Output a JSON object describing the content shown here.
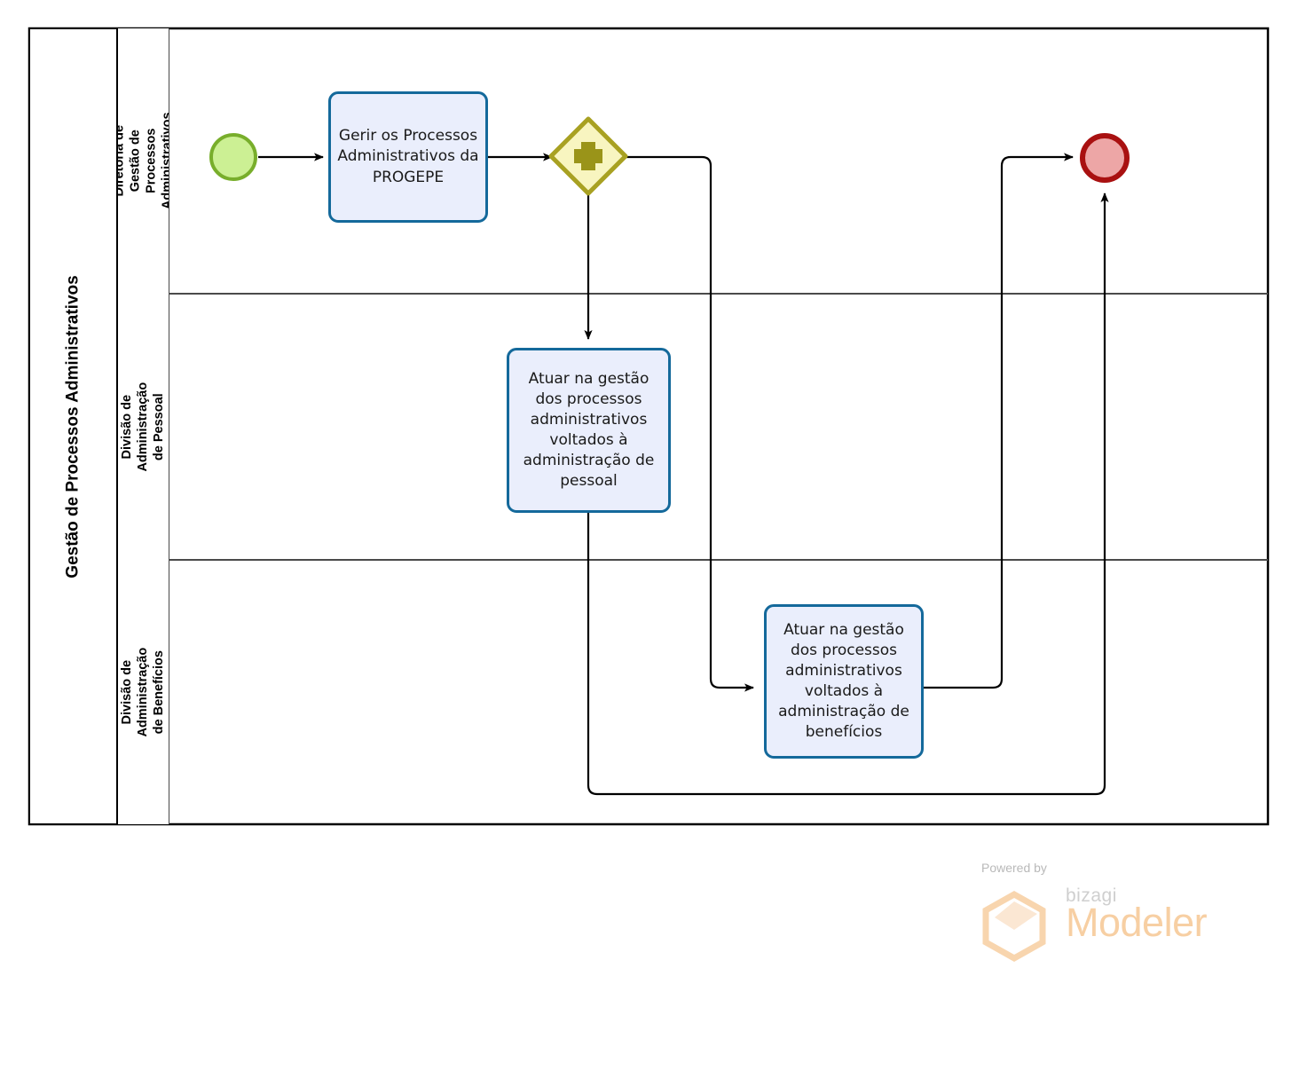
{
  "diagram": {
    "type": "bpmn-process",
    "pool": {
      "title": "Gestão de Processos Administrativos"
    },
    "lanes": [
      {
        "id": "lane-diretoria",
        "label": "Diretoria de Gestão de Processos Administrativos"
      },
      {
        "id": "lane-pessoal",
        "label": "Divisão de Administração de Pessoal"
      },
      {
        "id": "lane-beneficios",
        "label": "Divisão de Administração de Benefícios"
      }
    ],
    "events": [
      {
        "id": "start-event",
        "kind": "start",
        "label": "",
        "lane": "lane-diretoria"
      },
      {
        "id": "end-event",
        "kind": "end",
        "label": "",
        "lane": "lane-diretoria"
      }
    ],
    "gateways": [
      {
        "id": "parallel-gateway",
        "kind": "parallel",
        "symbol": "+",
        "label": "",
        "lane": "lane-diretoria"
      }
    ],
    "tasks": [
      {
        "id": "task-gerir",
        "label": "Gerir os Processos Administrativos da PROGEPE",
        "lane": "lane-diretoria"
      },
      {
        "id": "task-pessoal",
        "label": "Atuar na gestão dos processos administrativos voltados à administração de pessoal",
        "lane": "lane-pessoal"
      },
      {
        "id": "task-beneficios",
        "label": "Atuar na gestão dos processos administrativos voltados à administração de benefícios",
        "lane": "lane-beneficios"
      }
    ],
    "flows": [
      {
        "id": "flow-start-to-gerir",
        "from": "start-event",
        "to": "task-gerir"
      },
      {
        "id": "flow-gerir-to-gateway",
        "from": "task-gerir",
        "to": "parallel-gateway"
      },
      {
        "id": "flow-gateway-to-pessoal",
        "from": "parallel-gateway",
        "to": "task-pessoal"
      },
      {
        "id": "flow-gateway-to-beneficios",
        "from": "parallel-gateway",
        "to": "task-beneficios"
      },
      {
        "id": "flow-beneficios-to-end",
        "from": "task-beneficios",
        "to": "end-event"
      },
      {
        "id": "flow-pessoal-to-end",
        "from": "task-pessoal",
        "to": "end-event"
      }
    ],
    "colors": {
      "task_fill": "#eaeefc",
      "task_border": "#14699b",
      "start_fill": "#ccf094",
      "start_border": "#78ae2b",
      "end_fill": "#eda6a6",
      "end_border": "#a91111",
      "gateway_fill": "#f8f5c0",
      "gateway_border": "#a8a122",
      "gateway_symbol": "#9a9419",
      "pool_border": "#000000",
      "lane_border": "#4a4a4a",
      "connector": "#000000"
    }
  },
  "footer": {
    "powered_by": "Powered by",
    "brand": "bizagi",
    "product": "Modeler",
    "brand_color": "#f7cfa3"
  }
}
